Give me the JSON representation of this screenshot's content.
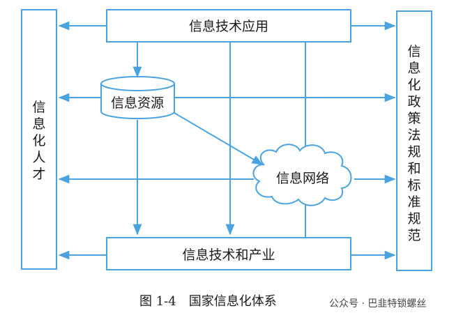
{
  "colors": {
    "line": "#4aa3df",
    "text": "#1a1a1a"
  },
  "nodes": {
    "app": "信息技术应用",
    "resources": "信息资源",
    "network": "信息网络",
    "industry": "信息技术和产业",
    "talent": "信息化人才",
    "policy": "信息化政策法规和标准规范"
  },
  "caption": "图 1-4　国家信息化体系",
  "watermark": "公众号 · 巴韭特锁螺丝"
}
